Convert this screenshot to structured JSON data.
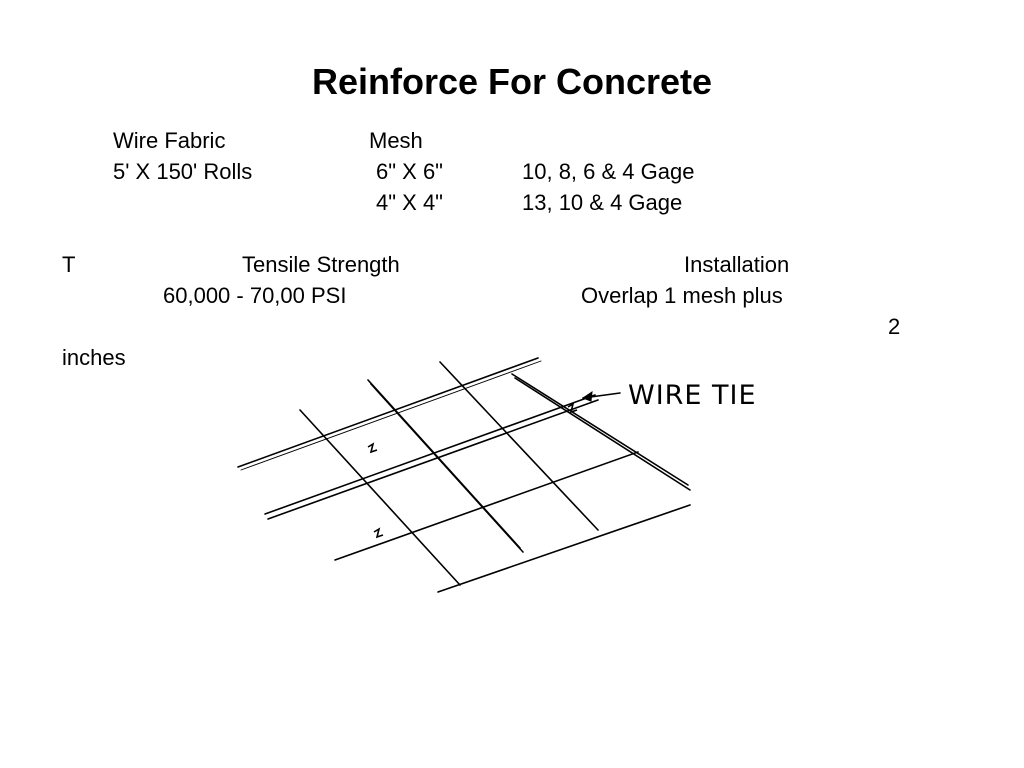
{
  "slide": {
    "title": "Reinforce For Concrete",
    "wire_fabric": {
      "header_left": "Wire Fabric",
      "header_right": "Mesh",
      "rolls": "5' X 150' Rolls",
      "rows": [
        {
          "size": "6\" X 6\"",
          "gage": "10, 8, 6 & 4 Gage"
        },
        {
          "size": "4\" X 4\"",
          "gage": "13, 10 & 4 Gage"
        }
      ]
    },
    "specs": {
      "lead": "T",
      "tensile_label": "Tensile Strength",
      "installation_label": "Installation",
      "tensile_value": "60,000 - 70,00 PSI",
      "installation_value": "Overlap 1 mesh plus",
      "installation_value_2": "2",
      "installation_value_3": "inches"
    },
    "figure": {
      "callout_label": "WIRE TIE"
    }
  }
}
